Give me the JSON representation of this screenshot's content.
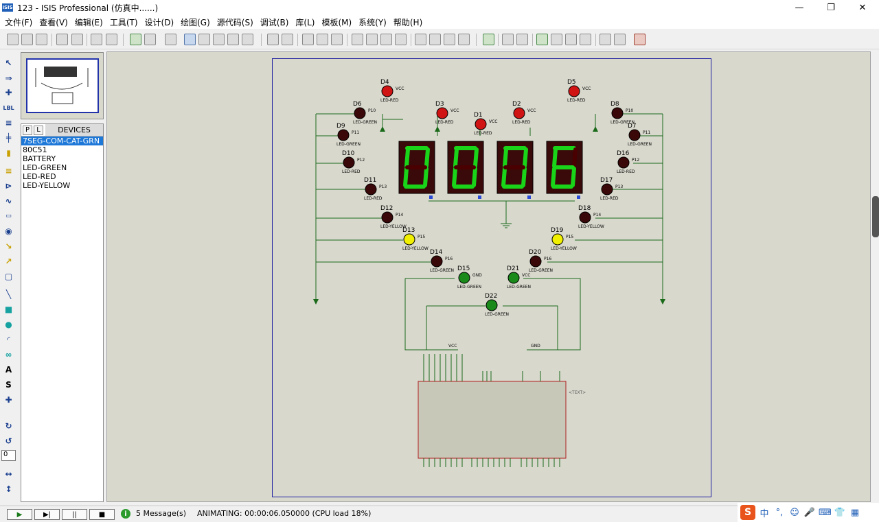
{
  "window": {
    "app_icon": "ISIS",
    "title": "123 - ISIS Professional (仿真中......)",
    "minimize": "—",
    "maximize": "❐",
    "close": "✕"
  },
  "menu": [
    "文件(F)",
    "查看(V)",
    "编辑(E)",
    "工具(T)",
    "设计(D)",
    "绘图(G)",
    "源代码(S)",
    "调试(B)",
    "库(L)",
    "模板(M)",
    "系统(Y)",
    "帮助(H)"
  ],
  "left_tools": [
    "↖",
    "⇒",
    "✚",
    "LBL",
    "≡",
    "╪",
    "▮",
    "≡",
    "⊳",
    "∿",
    "▭",
    "◉",
    "↘",
    "↗",
    "▢",
    "╲",
    "■",
    "●",
    "◜",
    "∞",
    "A",
    "S",
    "✚",
    "↻",
    "↺",
    "↔",
    "↕"
  ],
  "zoom_value": "0",
  "devices": {
    "tab_p": "P",
    "tab_l": "L",
    "title": "DEVICES",
    "items": [
      "7SEG-COM-CAT-GRN",
      "80C51",
      "BATTERY",
      "LED-GREEN",
      "LED-RED",
      "LED-YELLOW"
    ],
    "selected_index": 0
  },
  "schematic": {
    "digits": [
      "0",
      "0",
      "0",
      "6"
    ],
    "seg_on_color": "#19d419",
    "seg_off_color": "#4a0000",
    "mcu_label": "<TEXT>",
    "ground_label": "GND",
    "vcc_label": "VCC",
    "leds": [
      {
        "ref": "D4",
        "type": "LED-RED",
        "pin": "VCC",
        "gnd": "GND",
        "color": "red"
      },
      {
        "ref": "D5",
        "type": "LED-RED",
        "pin": "VCC",
        "gnd": "GND",
        "color": "red"
      },
      {
        "ref": "D6",
        "type": "LED-GREEN",
        "pin": "P10",
        "color": "dark"
      },
      {
        "ref": "D8",
        "type": "LED-GREEN",
        "pin": "P10",
        "color": "dark"
      },
      {
        "ref": "D3",
        "type": "LED-RED",
        "pin": "VCC",
        "gnd": "GND",
        "color": "red"
      },
      {
        "ref": "D2",
        "type": "LED-RED",
        "pin": "VCC",
        "gnd": "GND",
        "color": "red"
      },
      {
        "ref": "D1",
        "type": "LED-RED",
        "pin": "VCC",
        "gnd": "GND",
        "color": "red"
      },
      {
        "ref": "D9",
        "type": "LED-GREEN",
        "pin": "P11",
        "color": "dark"
      },
      {
        "ref": "D7",
        "type": "LED-GREEN",
        "pin": "P11",
        "color": "dark"
      },
      {
        "ref": "D10",
        "type": "LED-RED",
        "pin": "P12",
        "color": "dark"
      },
      {
        "ref": "D16",
        "type": "LED-RED",
        "pin": "P12",
        "color": "dark"
      },
      {
        "ref": "D11",
        "type": "LED-RED",
        "pin": "P13",
        "color": "dark"
      },
      {
        "ref": "D17",
        "type": "LED-RED",
        "pin": "P13",
        "color": "dark"
      },
      {
        "ref": "D12",
        "type": "LED-YELLOW",
        "pin": "P14",
        "color": "dark"
      },
      {
        "ref": "D18",
        "type": "LED-YELLOW",
        "pin": "P14",
        "color": "dark"
      },
      {
        "ref": "D13",
        "type": "LED-YELLOW",
        "pin": "P15",
        "color": "yellow"
      },
      {
        "ref": "D19",
        "type": "LED-YELLOW",
        "pin": "P15",
        "color": "yellow"
      },
      {
        "ref": "D14",
        "type": "LED-GREEN",
        "pin": "P16",
        "color": "dark"
      },
      {
        "ref": "D20",
        "type": "LED-GREEN",
        "pin": "P16",
        "color": "dark"
      },
      {
        "ref": "D15",
        "type": "LED-GREEN",
        "pin": "GND",
        "color": "green"
      },
      {
        "ref": "D21",
        "type": "LED-GREEN",
        "pin": "VCC",
        "color": "green"
      },
      {
        "ref": "D22",
        "type": "LED-GREEN",
        "pin": "",
        "color": "green"
      }
    ]
  },
  "status": {
    "play": "▶",
    "step": "▶|",
    "pause": "||",
    "stop": "■",
    "message_icon": "i",
    "messages": "5 Message(s)",
    "animating": "ANIMATING: 00:00:06.050000 (CPU load 18%)"
  },
  "ime": {
    "logo": "S",
    "items": [
      "中",
      "°,",
      "☺",
      "🎤",
      "⌨",
      "👕",
      "▦"
    ]
  }
}
